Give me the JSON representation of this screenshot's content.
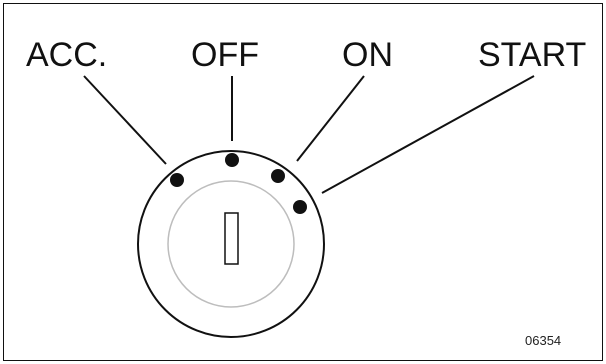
{
  "positions": [
    {
      "key": "acc",
      "label": "ACC."
    },
    {
      "key": "off",
      "label": "OFF"
    },
    {
      "key": "on",
      "label": "ON"
    },
    {
      "key": "start",
      "label": "START"
    }
  ],
  "figure_code": "06354"
}
